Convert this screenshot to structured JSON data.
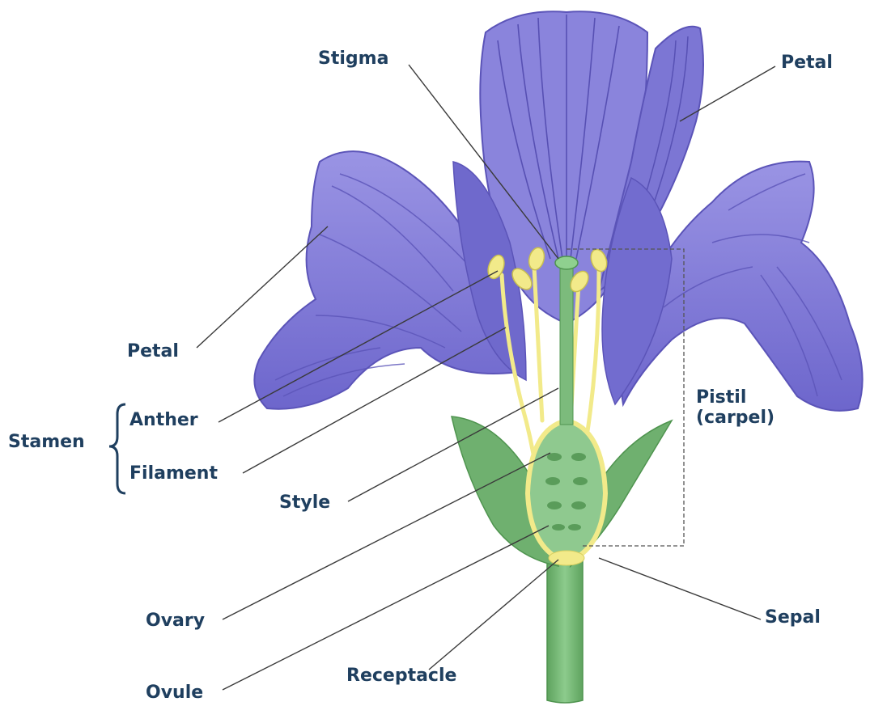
{
  "labels": {
    "stigma": "Stigma",
    "petal_top": "Petal",
    "petal_left": "Petal",
    "stamen": "Stamen",
    "anther": "Anther",
    "filament": "Filament",
    "style": "Style",
    "pistil": "Pistil\n(carpel)",
    "ovary": "Ovary",
    "sepal": "Sepal",
    "ovule": "Ovule",
    "receptacle": "Receptacle"
  },
  "colors": {
    "petal": "#7f79d6",
    "petal_dark": "#5b54b8",
    "petal_light": "#b9b4ee",
    "stem": "#76b876",
    "stem_dark": "#4f944f",
    "yellow": "#f2ea8a",
    "label": "#1f3f5f"
  }
}
